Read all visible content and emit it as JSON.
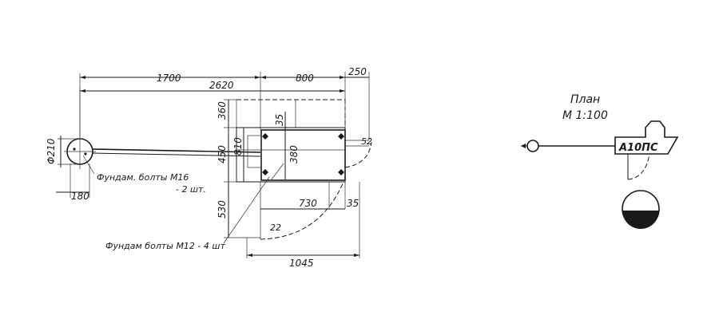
{
  "dimensions": {
    "d1700": "1700",
    "d2620": "2620",
    "d800": "800",
    "d250": "250",
    "d360": "360",
    "d450": "450",
    "d810": "810",
    "d35_top": "35",
    "d380": "380",
    "d530": "530",
    "d730": "730",
    "d35_right": "35",
    "d1045": "1045",
    "d180": "180",
    "phi210": "Φ210",
    "d52": "52",
    "d22": "22"
  },
  "notes": {
    "bolts_m16_line1": "Фундам. болты М16",
    "bolts_m16_line2": "- 2 шт.",
    "bolts_m12": "Фундам болты М12 - 4 шт"
  },
  "plan": {
    "title": "План",
    "scale": "М 1:100",
    "unit_label": "А10ПС"
  }
}
